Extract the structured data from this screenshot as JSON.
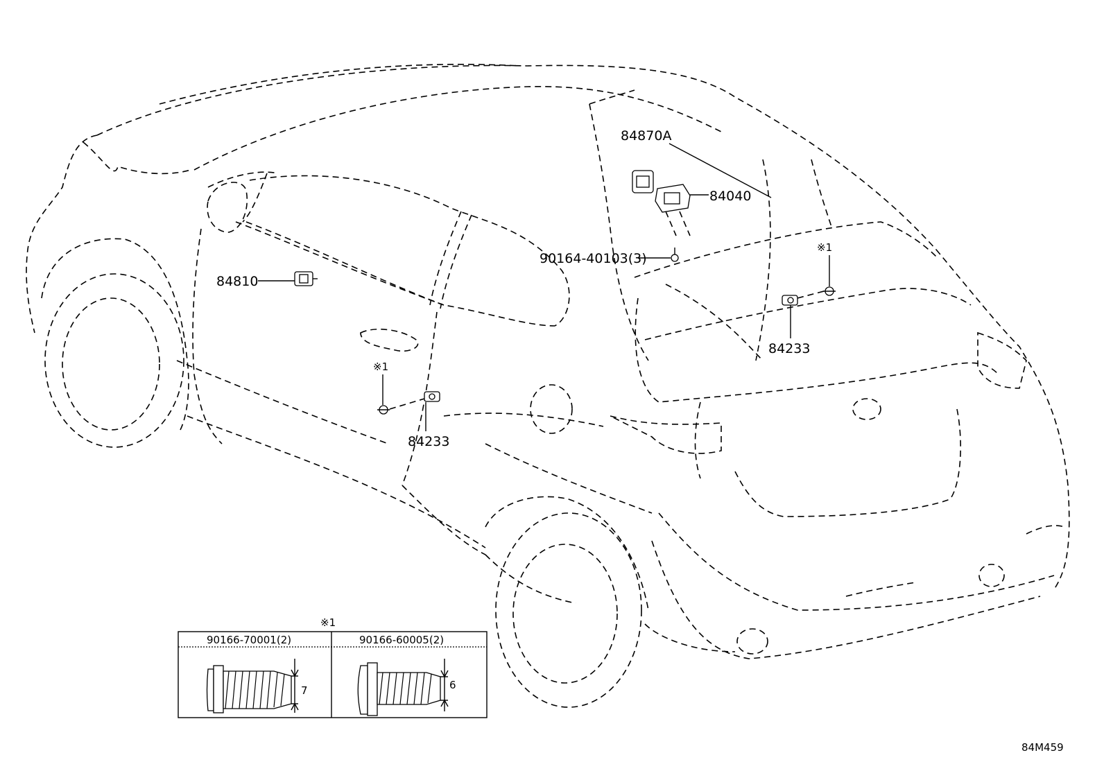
{
  "parts": {
    "door_lock_switch_front": "84810",
    "mirror_switch_assy": "84870A",
    "switch_assy": "84040",
    "screw_qty": "90164-40103(3)",
    "door_switch_left": "84233",
    "door_switch_right": "84233",
    "note_mark_left": "※1",
    "note_mark_right": "※1"
  },
  "inset": {
    "mark": "※1",
    "col1_header": "90166-70001(2)",
    "col2_header": "90166-60005(2)",
    "col1_dimension": "7",
    "col2_dimension": "6"
  },
  "figure_code": "84M459"
}
